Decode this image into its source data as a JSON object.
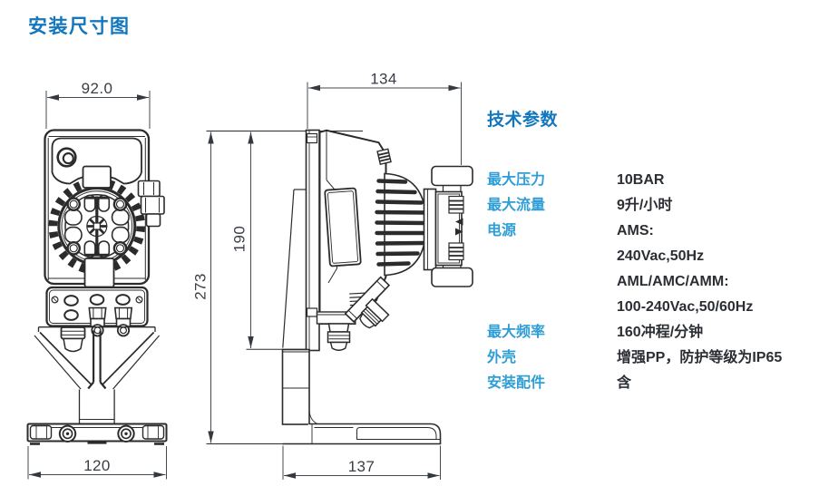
{
  "page": {
    "title": "安装尺寸图",
    "background": "#ffffff"
  },
  "colors": {
    "heading_blue": "#1377bd",
    "label_blue": "#2f9ed6",
    "value_dark": "#2b2e33",
    "line_ink": "#2b2b2b",
    "dim_text": "#393e46"
  },
  "drawing": {
    "description": "installation dimension drawing of metering pump, front view and side view",
    "dimensions": {
      "front_width": "92.0",
      "front_base_width": "120",
      "side_depth": "134",
      "side_pump_height": "190",
      "side_total_height": "273",
      "side_base_depth": "137"
    }
  },
  "specs": {
    "heading": "技术参数",
    "rows": [
      {
        "label": "最大压力",
        "value": "10BAR"
      },
      {
        "label": "最大流量",
        "value": "9升/小时"
      },
      {
        "label": "电源",
        "value": "AMS:"
      },
      {
        "label": "",
        "value": "240Vac,50Hz"
      },
      {
        "label": "",
        "value": "AML/AMC/AMM:"
      },
      {
        "label": "",
        "value": "100-240Vac,50/60Hz"
      },
      {
        "label": "最大频率",
        "value": "160冲程/分钟"
      },
      {
        "label": "外壳",
        "value": "增强PP，防护等级为IP65"
      },
      {
        "label": "安装配件",
        "value": "含"
      }
    ]
  }
}
